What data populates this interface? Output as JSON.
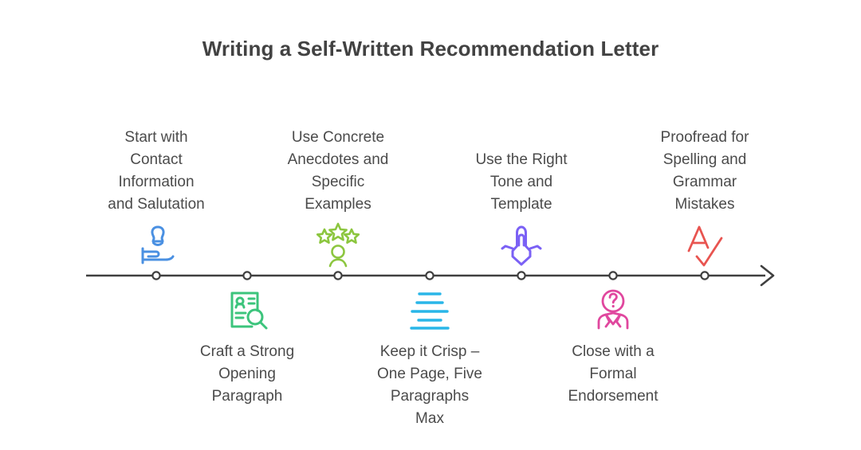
{
  "page": {
    "title": "Writing a Self-Written Recommendation Letter",
    "background_color": "#ffffff",
    "text_color": "#4a4a4a"
  },
  "timeline": {
    "axis_color": "#3f3f3f",
    "node_count": 7,
    "node_fill": "#ffffff",
    "arrow_direction": "right",
    "steps": [
      {
        "index": 1,
        "position": "above",
        "label": "Start with\nContact\nInformation\nand Salutation",
        "icon": "person-greeting-icon",
        "icon_color": "#4a90e2"
      },
      {
        "index": 2,
        "position": "below",
        "label": "Craft a Strong\nOpening\nParagraph",
        "icon": "resume-search-icon",
        "icon_color": "#3cc47c"
      },
      {
        "index": 3,
        "position": "above",
        "label": "Use Concrete\nAnecdotes and\nSpecific\nExamples",
        "icon": "three-stars-person-icon",
        "icon_color": "#8cc63f"
      },
      {
        "index": 4,
        "position": "below",
        "label": "Keep it Crisp –\nOne Page, Five\nParagraphs\nMax",
        "icon": "text-lines-icon",
        "icon_color": "#29b6e8"
      },
      {
        "index": 5,
        "position": "above",
        "label": "Use the Right\nTone and\nTemplate",
        "icon": "praying-hands-icon",
        "icon_color": "#7b61f5"
      },
      {
        "index": 6,
        "position": "below",
        "label": "Close with a\nFormal\nEndorsement",
        "icon": "question-person-suit-icon",
        "icon_color": "#e0479e"
      },
      {
        "index": 7,
        "position": "above",
        "label": "Proofread for\nSpelling and\nGrammar\nMistakes",
        "icon": "letter-a-check-icon",
        "icon_color": "#e85450"
      }
    ]
  }
}
